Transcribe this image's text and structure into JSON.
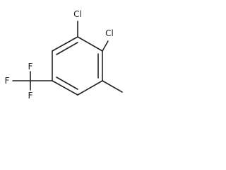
{
  "molecule": {
    "atoms": {
      "cl1": "Cl",
      "cl2": "Cl",
      "f1": "F",
      "f2": "F",
      "f3": "F"
    },
    "line_color": "#222222",
    "background": "#ffffff"
  }
}
